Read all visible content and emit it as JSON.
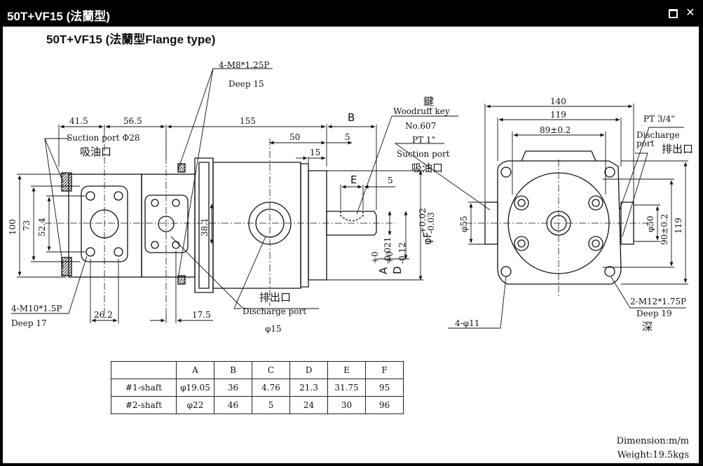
{
  "window": {
    "title": "50T+VF15 (法蘭型)"
  },
  "heading": "50T+VF15  (法蘭型Flange type)",
  "labels": {
    "m8": "4-M8*1.25P",
    "deep15": "Deep 15",
    "d41": "41.5",
    "d56": "56.5",
    "d155": "155",
    "B": "B",
    "suction_port": "Suction port Φ28",
    "suction_zh": "吸油口",
    "d50": "50",
    "d5a": "5",
    "d15": "15",
    "E": "E",
    "d5b": "5",
    "d100": "100",
    "d73": "73",
    "d52": "52.4",
    "d38": "38.1",
    "m10": "4-M10*1.5P",
    "deep17": "Deep 17",
    "d26": "26.2",
    "d17": "17.5",
    "discharge_zh": "排出口",
    "discharge_port": "Discharge port",
    "phi15": "φ15",
    "key_zh": "鍵",
    "woodruff": "Woodruff key",
    "no607": "No.607",
    "pt1": "PT 1\"",
    "suction_port2": "Suction port",
    "suction_zh2": "吸油口",
    "tolA": "A",
    "tolA_sup": "+0",
    "tolA_sub": "-0.021",
    "tolD": "D",
    "tolD_sup": "+0",
    "tolD_sub": "-0.12",
    "phiF": "φF",
    "tolF_sup": "+0.02",
    "tolF_sub": "-0.03",
    "d140": "140",
    "d119": "119",
    "d89": "89±0.2",
    "pt34": "PT 3/4\"",
    "discharge2": "Discharge",
    "port": "port",
    "discharge_zh2": "排出口",
    "phi55": "φ55",
    "phi50": "φ50",
    "d90": "90±0.2",
    "d119v": "119",
    "m12": "2-M12*1.75P",
    "deep19": "Deep 19",
    "deep_zh": "深",
    "phi11": "4-φ11"
  },
  "table": {
    "headers": [
      "",
      "A",
      "B",
      "C",
      "D",
      "E",
      "F"
    ],
    "rows": [
      [
        "#1-shaft",
        "φ19.05",
        "36",
        "4.76",
        "21.3",
        "31.75",
        "95"
      ],
      [
        "#2-shaft",
        "φ22",
        "46",
        "5",
        "24",
        "30",
        "96"
      ]
    ]
  },
  "footer": {
    "dimension": "Dimension:m/m",
    "weight": "Weight:19.5kgs"
  }
}
